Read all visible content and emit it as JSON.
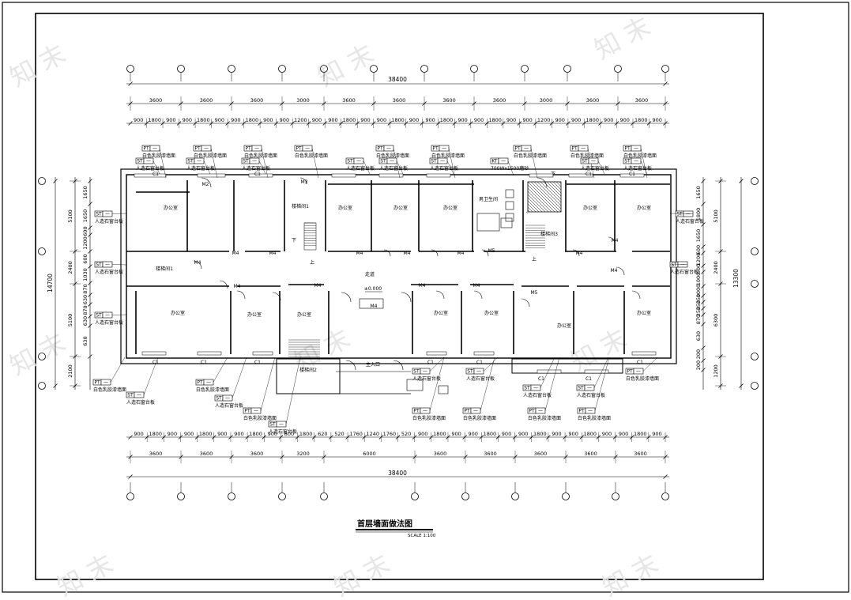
{
  "drawing": {
    "title": "首层墙面做法图",
    "scale": "SCALE  1:100",
    "watermark": "知 末"
  },
  "dims": {
    "overall_top": "38400",
    "overall_bottom": "38400",
    "top_bays": [
      "3600",
      "3600",
      "3600",
      "3000",
      "3600",
      "3600",
      "3600",
      "3600",
      "3000",
      "3600",
      "3600"
    ],
    "top_details": [
      "900",
      "1800",
      "900",
      "900",
      "1800",
      "900",
      "900",
      "1800",
      "900",
      "900",
      "1200",
      "900",
      "900",
      "1800",
      "900",
      "900",
      "1800",
      "900",
      "900",
      "1800",
      "900",
      "900",
      "1800",
      "900",
      "900",
      "1200",
      "900",
      "900",
      "1800",
      "900",
      "900",
      "1800",
      "900"
    ],
    "bottom_bays": [
      "3600",
      "3600",
      "3600",
      "3200",
      "6000",
      "3600",
      "3600",
      "3600",
      "3600",
      "3600"
    ],
    "bottom_details": [
      "900",
      "1800",
      "900",
      "900",
      "1800",
      "900",
      "900",
      "1800",
      "900",
      "800",
      "1800",
      "620",
      "520",
      "1760",
      "1240",
      "1760",
      "520",
      "900",
      "1800",
      "900",
      "900",
      "1800",
      "900",
      "900",
      "1800",
      "900",
      "900",
      "1800",
      "900",
      "900",
      "1800",
      "900"
    ],
    "left_total": "14700",
    "left_outer": [
      "5100",
      "2400",
      "5100",
      "2100"
    ],
    "left_inner": [
      "1650",
      "1650",
      "600",
      "1200",
      "600",
      "1030",
      "870",
      "630",
      "870",
      "630",
      "630"
    ],
    "right_total": "13300",
    "right_outer": [
      "5100",
      "2400",
      "6300",
      "1200"
    ],
    "right_inner": [
      "1650",
      "1800",
      "1650",
      "600",
      "1200",
      "600",
      "1000",
      "1000",
      "250",
      "250",
      "250",
      "870",
      "630",
      "200",
      "200"
    ]
  },
  "legend": {
    "pt_code": "PT",
    "pt_text": "白色乳胶漆墙面",
    "st_code": "ST",
    "st_text": "人造石窗台板",
    "kt_code": "KT",
    "kt_text": "700Wx1500磨砂",
    "num_box": "—"
  },
  "rooms": {
    "office": "办公室",
    "corridor": "走道",
    "stair1": "楼梯间1",
    "stair2": "楼梯间2",
    "stair3": "楼梯间3",
    "toilet": "男卫生间",
    "entrance": "主入口",
    "elevation": "±0.000",
    "up": "上",
    "down": "下",
    "door": "M4",
    "window": "C1",
    "door2": "M2",
    "door3": "M3",
    "door5": "M5"
  }
}
